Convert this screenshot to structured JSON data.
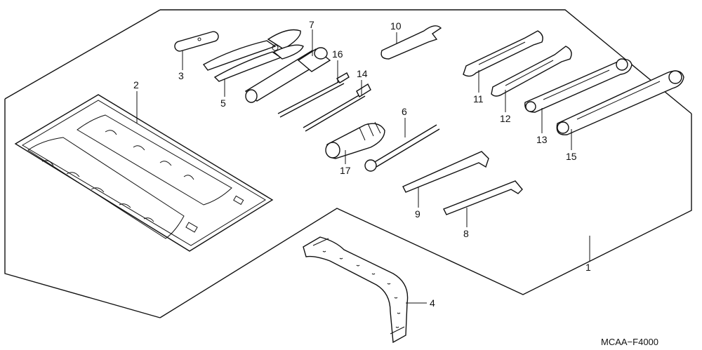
{
  "callouts": {
    "c1": "1",
    "c2": "2",
    "c3": "3",
    "c4": "4",
    "c5": "5",
    "c6": "6",
    "c7": "7",
    "c8": "8",
    "c9": "9",
    "c10": "10",
    "c11": "11",
    "c12": "12",
    "c13": "13",
    "c14": "14",
    "c15": "15",
    "c16": "16",
    "c17": "17"
  },
  "diagram_code": "MCAA−F4000"
}
